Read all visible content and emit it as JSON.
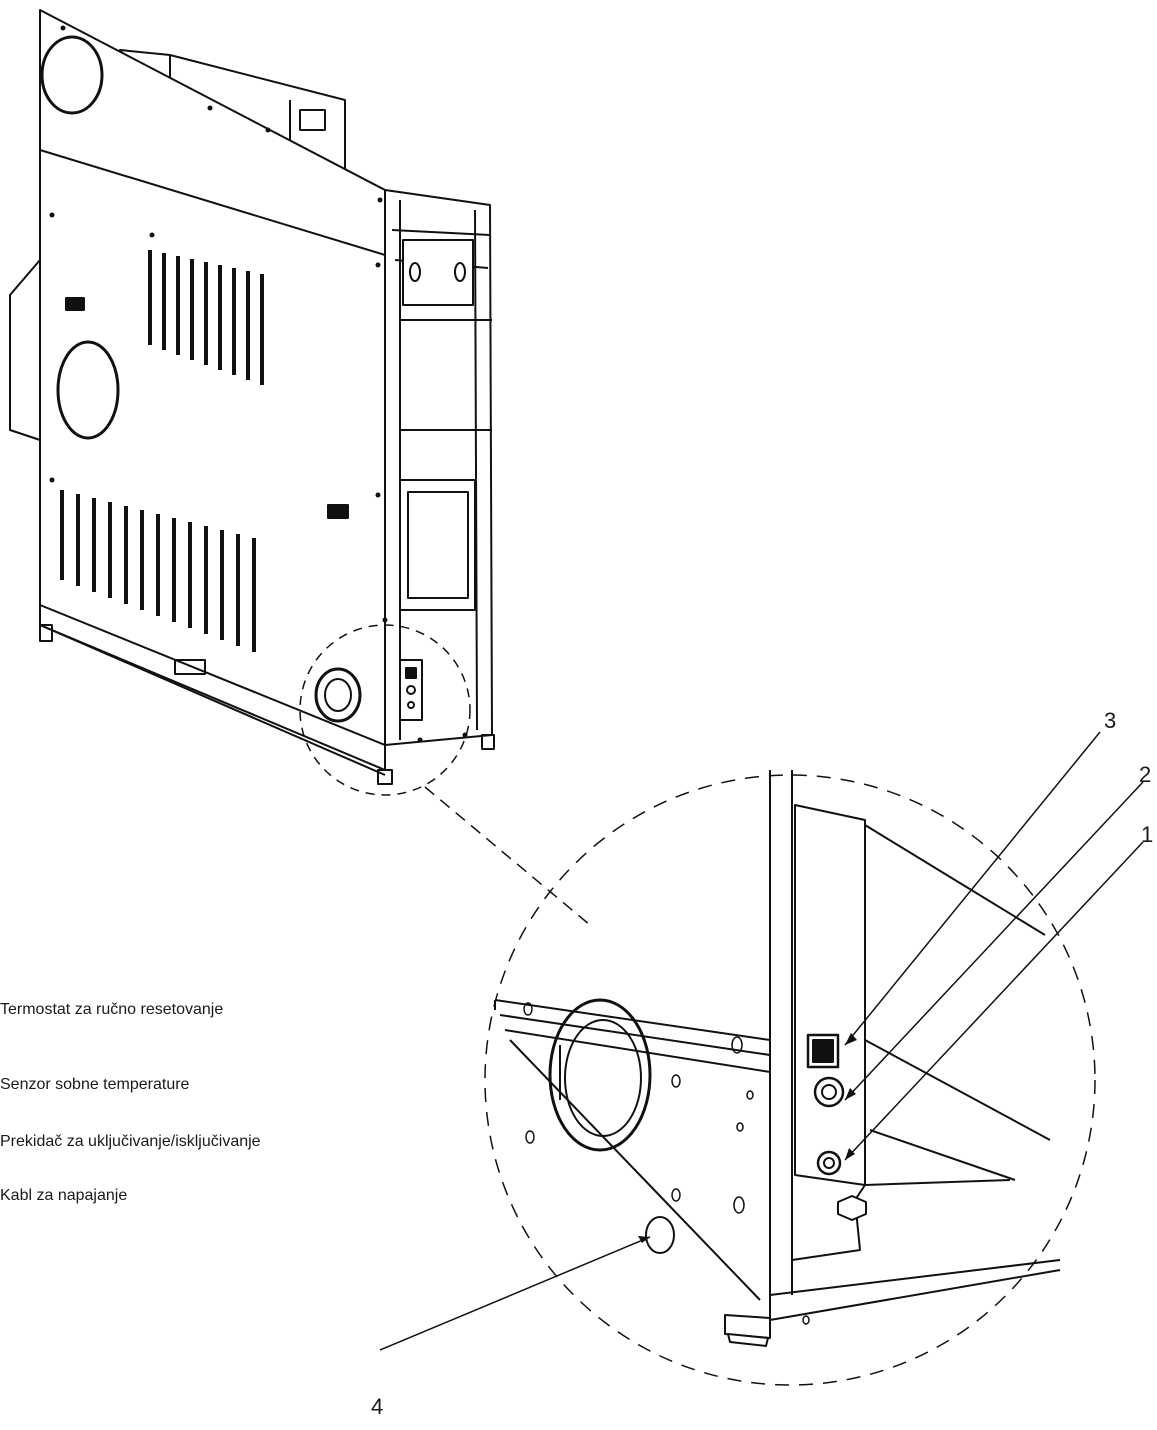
{
  "legend": {
    "item_1": "Termostat za ručno resetovanje",
    "item_2": "Senzor sobne temperature",
    "item_3": "Prekidač za uključivanje/isključivanje",
    "item_4": "Kabl za napajanje"
  },
  "callouts": {
    "c1": "1",
    "c2": "2",
    "c3": "3",
    "c4": "4"
  }
}
